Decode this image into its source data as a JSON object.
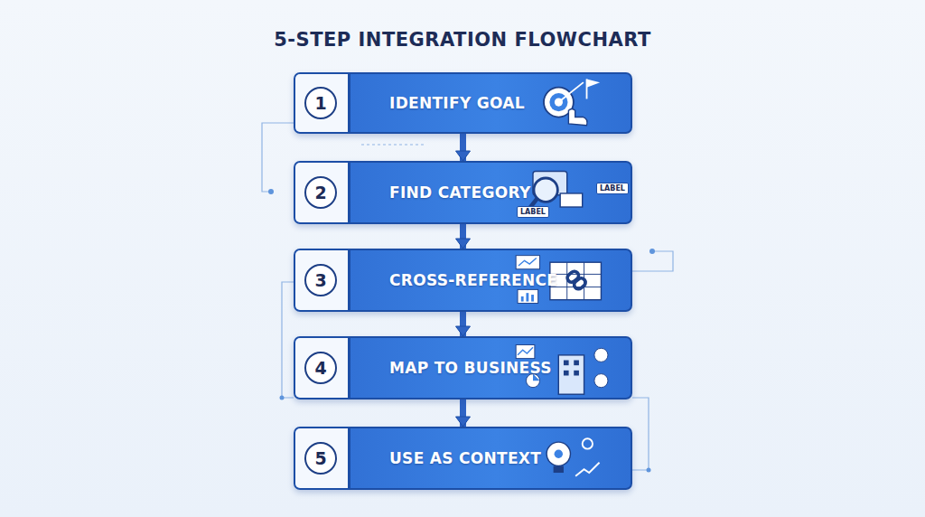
{
  "diagram": {
    "title": "5-STEP INTEGRATION FLOWCHART",
    "nodes": [
      {
        "text": [
          "1",
          "IDENTIFY GOAL"
        ]
      },
      {
        "text": [
          "2",
          "FIND CATEGORY"
        ]
      },
      {
        "text": [
          "3",
          "CROSS-REFERENCE"
        ]
      },
      {
        "text": [
          "4",
          "MAP TO BUSINESS"
        ]
      },
      {
        "text": [
          "5",
          "USE AS CONTEXT"
        ]
      }
    ],
    "edges": [
      {
        "from": 0,
        "to": 1,
        "arrow": "to"
      },
      {
        "from": 1,
        "to": 2,
        "arrow": "to"
      },
      {
        "from": 2,
        "to": 3,
        "arrow": "to"
      },
      {
        "from": 3,
        "to": 4,
        "arrow": "to"
      }
    ],
    "labels": [
      "LABEL",
      "LABEL"
    ]
  }
}
